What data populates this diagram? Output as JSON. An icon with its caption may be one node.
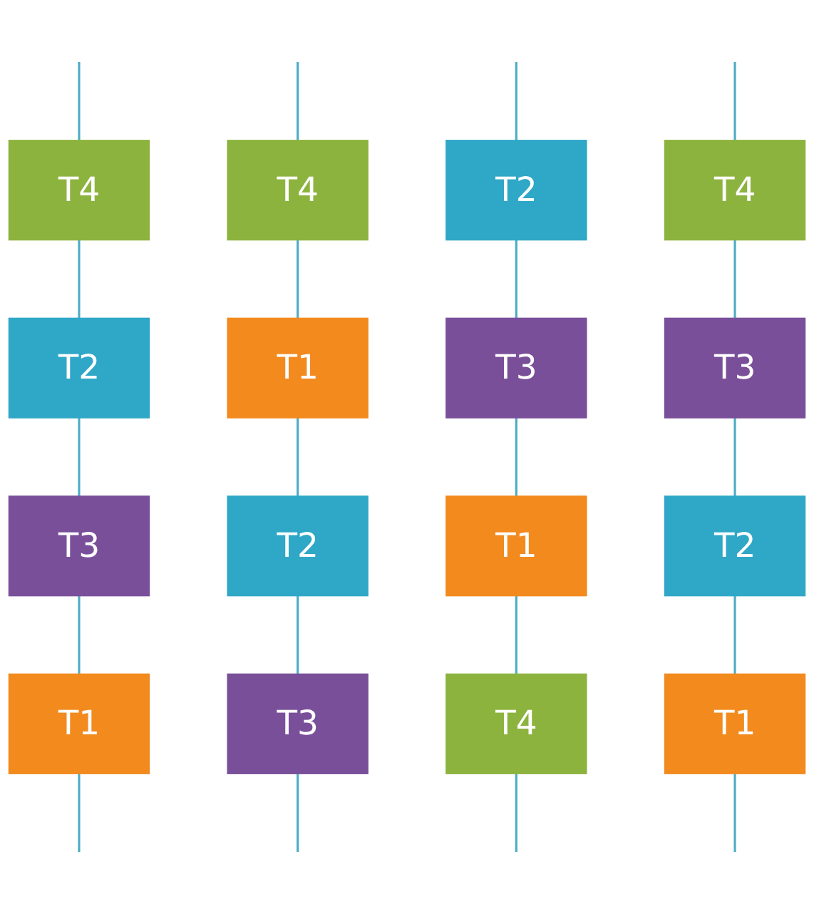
{
  "diagram": {
    "nodes": [
      {
        "text": [
          "T4"
        ]
      },
      {
        "text": [
          "T4"
        ]
      },
      {
        "text": [
          "T2"
        ]
      },
      {
        "text": [
          "T4"
        ]
      },
      {
        "text": [
          "T2"
        ]
      },
      {
        "text": [
          "T1"
        ]
      },
      {
        "text": [
          "T3"
        ]
      },
      {
        "text": [
          "T3"
        ]
      },
      {
        "text": [
          "T3"
        ]
      },
      {
        "text": [
          "T2"
        ]
      },
      {
        "text": [
          "T1"
        ]
      },
      {
        "text": [
          "T2"
        ]
      },
      {
        "text": [
          "T1"
        ]
      },
      {
        "text": [
          "T3"
        ]
      },
      {
        "text": [
          "T4"
        ]
      },
      {
        "text": [
          "T1"
        ]
      }
    ],
    "edges": [
      {
        "from": null,
        "to": 0,
        "arrow": "none"
      },
      {
        "from": 0,
        "to": 4,
        "arrow": "none"
      },
      {
        "from": 4,
        "to": 8,
        "arrow": "none"
      },
      {
        "from": 8,
        "to": 12,
        "arrow": "none"
      },
      {
        "from": 12,
        "to": null,
        "arrow": "none"
      },
      {
        "from": null,
        "to": 1,
        "arrow": "none"
      },
      {
        "from": 1,
        "to": 5,
        "arrow": "none"
      },
      {
        "from": 5,
        "to": 9,
        "arrow": "none"
      },
      {
        "from": 9,
        "to": 13,
        "arrow": "none"
      },
      {
        "from": 13,
        "to": null,
        "arrow": "none"
      },
      {
        "from": null,
        "to": 2,
        "arrow": "none"
      },
      {
        "from": 2,
        "to": 6,
        "arrow": "none"
      },
      {
        "from": 6,
        "to": 10,
        "arrow": "none"
      },
      {
        "from": 10,
        "to": 14,
        "arrow": "none"
      },
      {
        "from": 14,
        "to": null,
        "arrow": "none"
      },
      {
        "from": null,
        "to": 3,
        "arrow": "none"
      },
      {
        "from": 3,
        "to": 7,
        "arrow": "none"
      },
      {
        "from": 7,
        "to": 11,
        "arrow": "none"
      },
      {
        "from": 11,
        "to": 15,
        "arrow": "none"
      },
      {
        "from": 15,
        "to": null,
        "arrow": "none"
      }
    ]
  }
}
